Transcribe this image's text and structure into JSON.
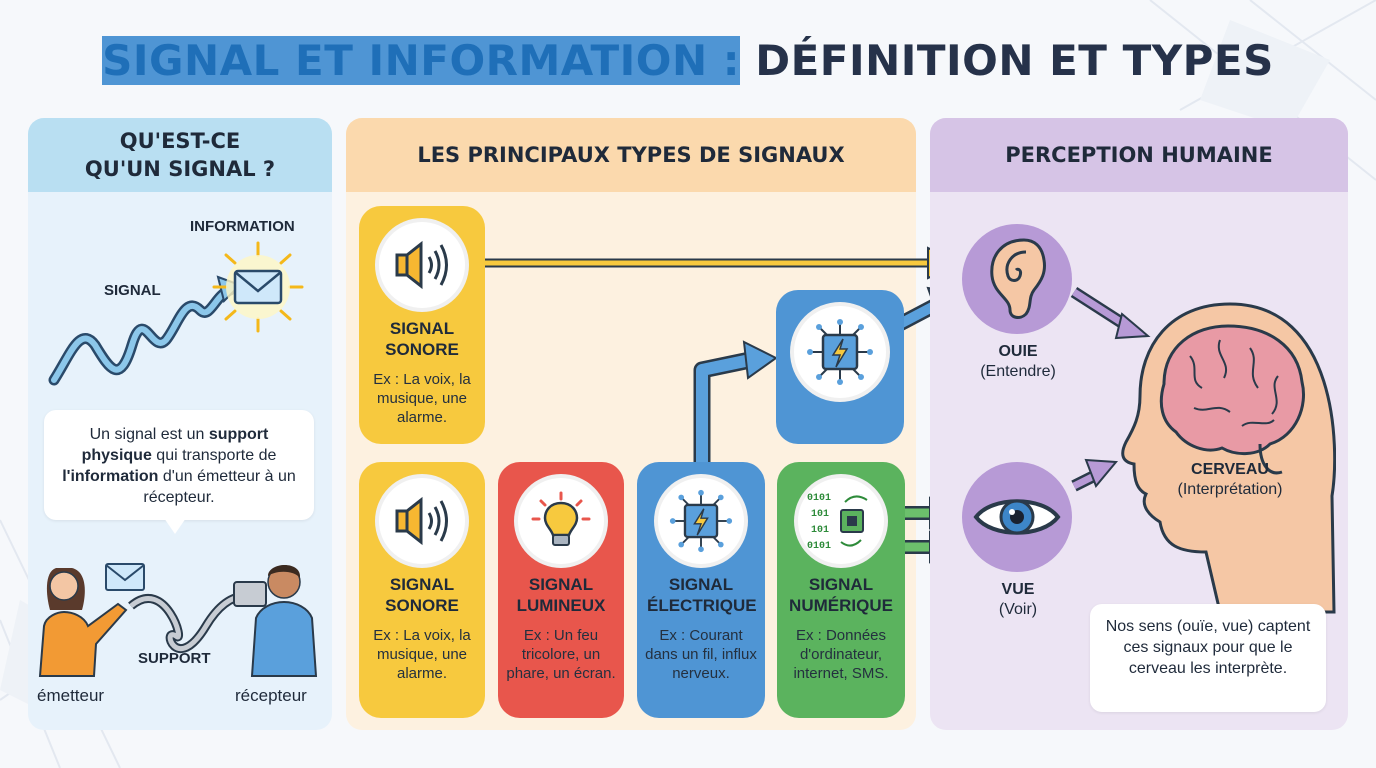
{
  "title": {
    "part1": "SIGNAL ET INFORMATION :",
    "part2": "DÉFINITION ET TYPES"
  },
  "left": {
    "heading": "QU'EST-CE QU'UN SIGNAL ?",
    "label_information": "INFORMATION",
    "label_signal": "SIGNAL",
    "definition": {
      "t1": "Un signal est un ",
      "b1": "support physique",
      "t2": " qui transporte de ",
      "b2": "l'information",
      "t3": " d'un émetteur à un récepteur."
    },
    "label_support": "SUPPORT",
    "label_emetteur": "émetteur",
    "label_recepteur": "récepteur"
  },
  "middle": {
    "heading": "LES PRINCIPAUX TYPES DE SIGNAUX",
    "top_card": {
      "name": "SIGNAL SONORE",
      "example": "Ex : La voix, la musique, une alarme.",
      "icon": "speaker-icon"
    },
    "cards": [
      {
        "name": "SIGNAL SONORE",
        "example": "Ex : La voix, la musique, une alarme.",
        "icon": "speaker-icon"
      },
      {
        "name": "SIGNAL LUMINEUX",
        "example": "Ex : Un feu tricolore, un phare, un écran.",
        "icon": "lightbulb-icon"
      },
      {
        "name": "SIGNAL ÉLECTRIQUE",
        "example": "Ex : Courant dans un fil, influx nerveux.",
        "icon": "chip-lightning-icon"
      },
      {
        "name": "SIGNAL NUMÉRIQUE",
        "example": "Ex : Données d'ordinateur, internet, SMS.",
        "icon": "binary-chip-icon"
      }
    ],
    "binary_text": [
      "0101",
      "101",
      "101",
      "0101"
    ]
  },
  "right": {
    "heading": "PERCEPTION HUMAINE",
    "ear": {
      "label": "OUIE",
      "sub": "(Entendre)",
      "icon": "ear-icon"
    },
    "eye": {
      "label": "VUE",
      "sub": "(Voir)",
      "icon": "eye-icon"
    },
    "brain": {
      "label": "CERVEAU",
      "sub": "(Interprétation)",
      "icon": "brain-head-icon"
    },
    "note": "Nos sens (ouïe, vue) captent ces signaux pour que le cerveau les interprète."
  },
  "colors": {
    "title_blue": "#1f6fb8",
    "yellow": "#f7c93e",
    "red": "#e8564c",
    "blue": "#4f95d4",
    "green": "#5bb35e",
    "purple": "#b79ad6"
  }
}
